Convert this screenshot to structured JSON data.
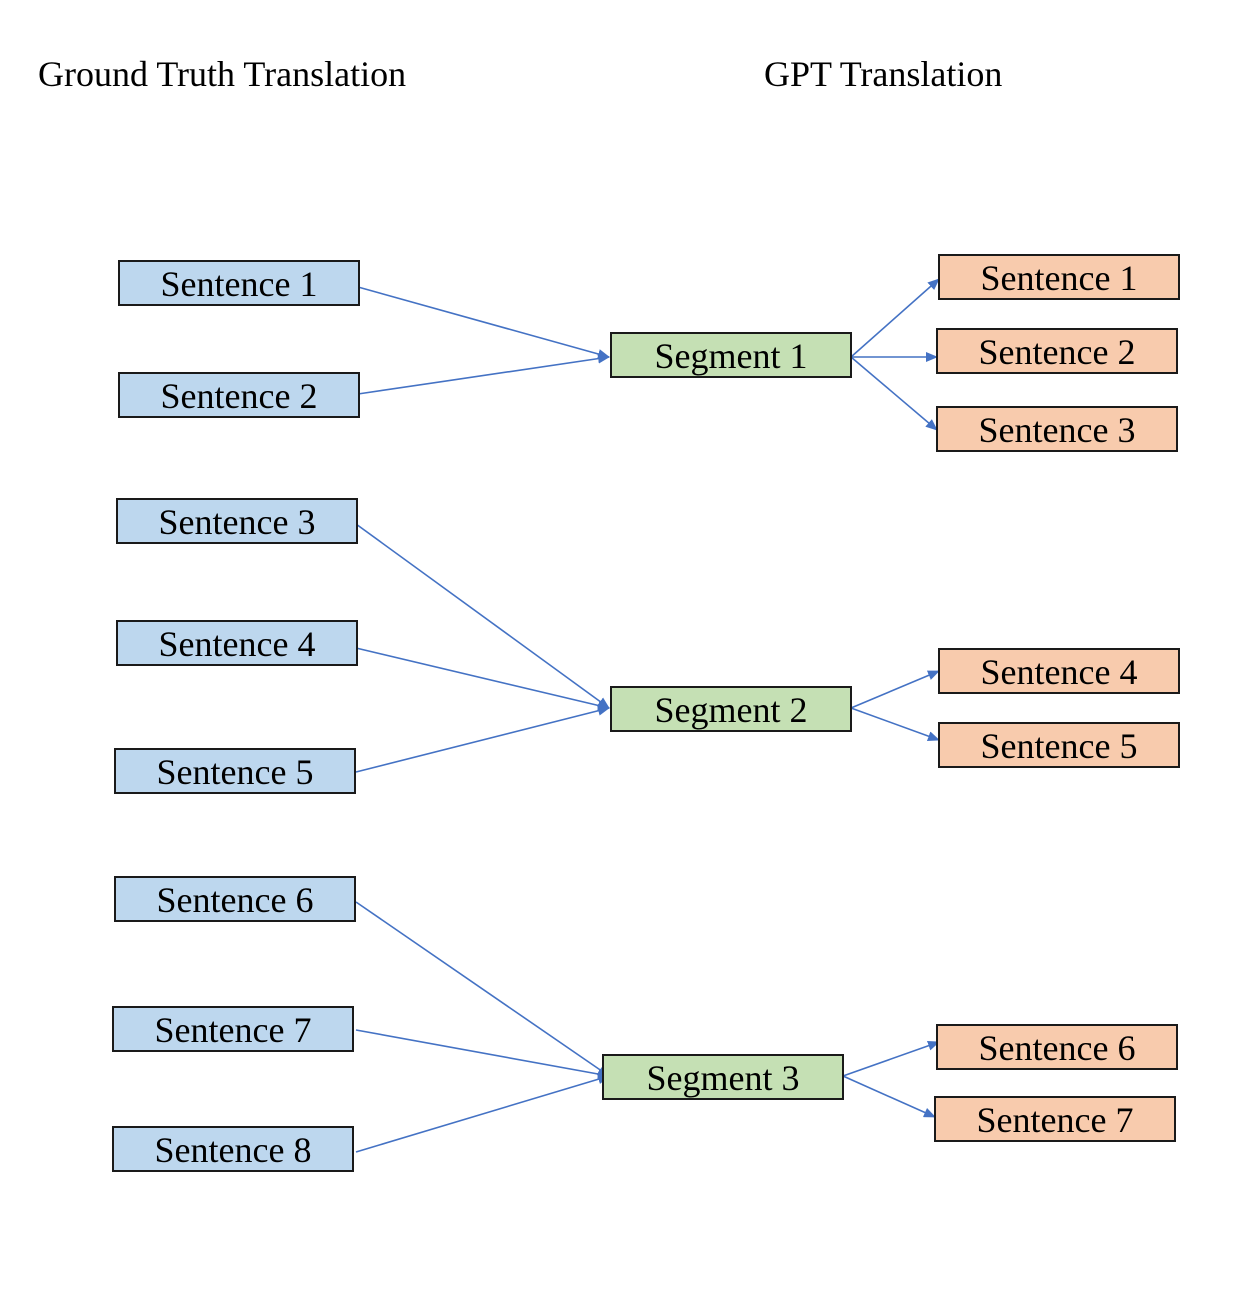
{
  "headings": {
    "left": "Ground Truth Translation",
    "right": "GPT Translation"
  },
  "colors": {
    "ground_truth_fill": "#bdd7ee",
    "segment_fill": "#c5e0b4",
    "gpt_fill": "#f8cbad",
    "arrow": "#4472c4"
  },
  "ground_truth": [
    "Sentence 1",
    "Sentence 2",
    "Sentence 3",
    "Sentence 4",
    "Sentence 5",
    "Sentence 6",
    "Sentence 7",
    "Sentence 8"
  ],
  "segments": [
    "Segment 1",
    "Segment 2",
    "Segment 3"
  ],
  "gpt": [
    "Sentence 1",
    "Sentence 2",
    "Sentence 3",
    "Sentence 4",
    "Sentence 5",
    "Sentence 6",
    "Sentence 7"
  ]
}
